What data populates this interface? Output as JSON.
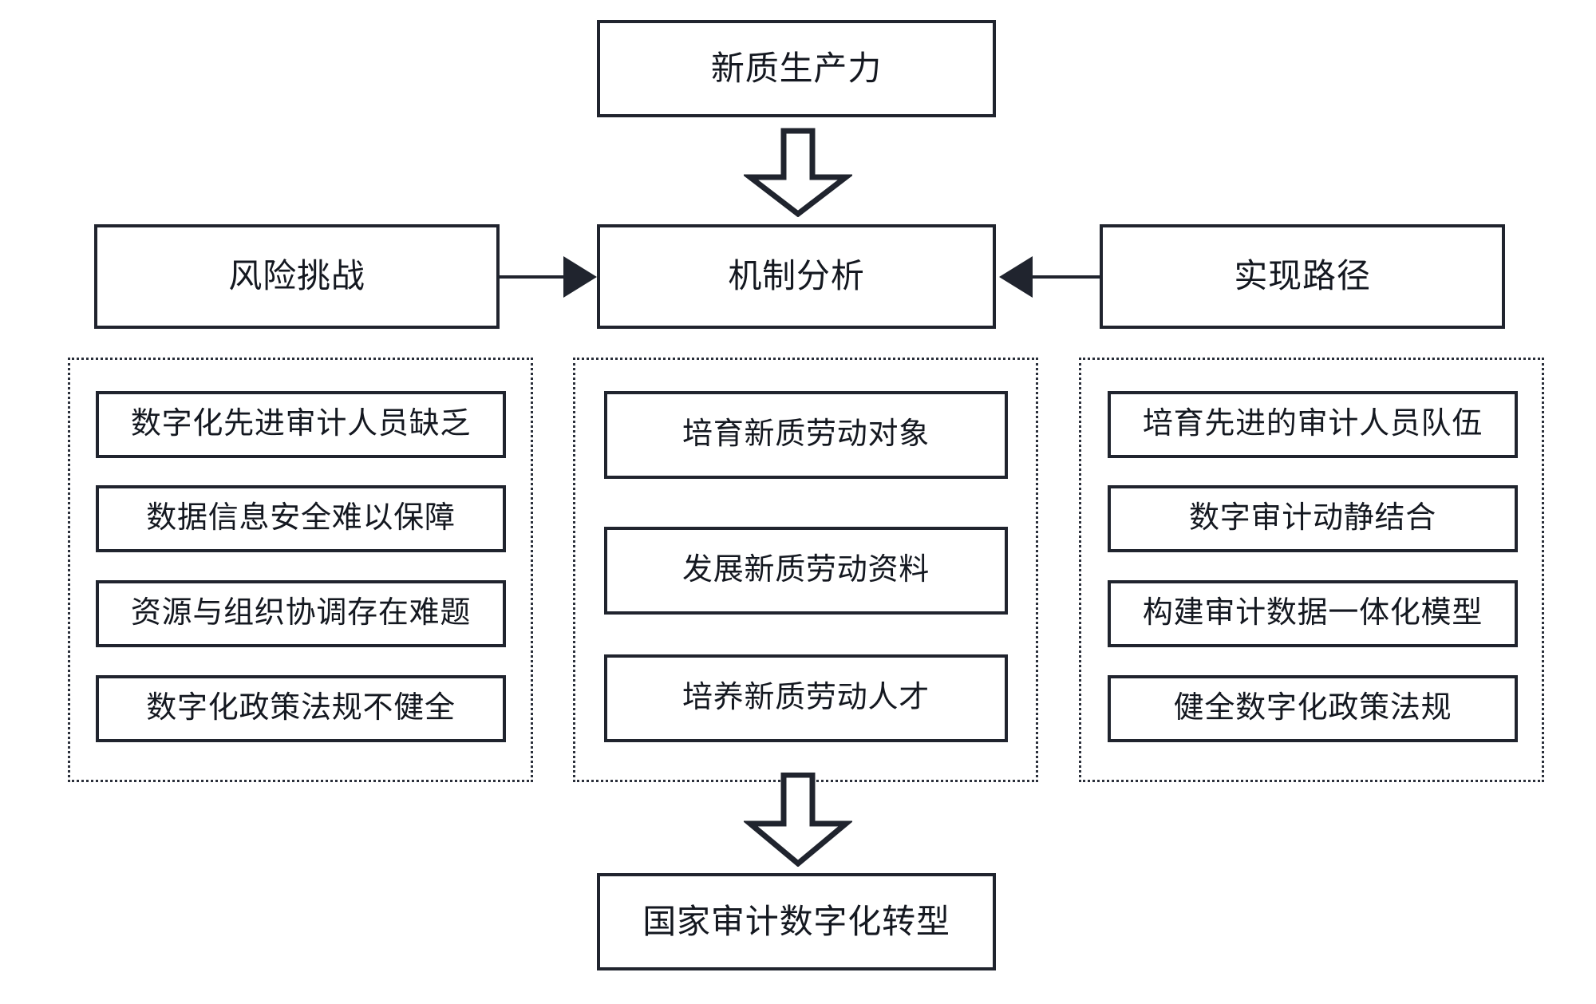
{
  "diagram": {
    "title_node": {
      "label": "新质生产力"
    },
    "middle_row": [
      {
        "key": "risk",
        "label": "风险挑战"
      },
      {
        "key": "mechanism",
        "label": "机制分析"
      },
      {
        "key": "path",
        "label": "实现路径"
      }
    ],
    "columns": [
      {
        "key": "risk-challenges",
        "items": [
          {
            "label": "数字化先进审计人员缺乏"
          },
          {
            "label": "数据信息安全难以保障"
          },
          {
            "label": "资源与组织协调存在难题"
          },
          {
            "label": "数字化政策法规不健全"
          }
        ]
      },
      {
        "key": "mechanism-analysis",
        "items": [
          {
            "label": "培育新质劳动对象"
          },
          {
            "label": "发展新质劳动资料"
          },
          {
            "label": "培养新质劳动人才"
          }
        ]
      },
      {
        "key": "implementation-path",
        "items": [
          {
            "label": "培育先进的审计人员队伍"
          },
          {
            "label": "数字审计动静结合"
          },
          {
            "label": "构建审计数据一体化模型"
          },
          {
            "label": "健全数字化政策法规"
          }
        ]
      }
    ],
    "result_node": {
      "label": "国家审计数字化转型"
    },
    "connectors": {
      "top_arrow": "down-block-arrow",
      "left_arrow": "right-arrow",
      "right_arrow": "left-arrow",
      "bottom_arrow": "down-block-arrow"
    },
    "colors": {
      "stroke": "#20242e",
      "background": "#ffffff",
      "dotted_stroke": "#2a2f3a"
    }
  }
}
